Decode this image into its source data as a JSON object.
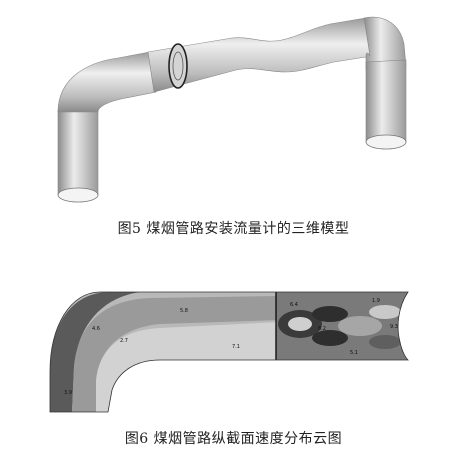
{
  "figure5": {
    "caption": "图5  煤烟管路安装流量计的三维模型"
  },
  "figure6": {
    "caption": "图6  煤烟管路纵截面速度分布云图",
    "contour_labels": [
      "4.6",
      "5.8",
      "7.1",
      "3.9",
      "2.7",
      "6.4",
      "8.2",
      "5.1",
      "1.9",
      "9.3"
    ]
  },
  "colors": {
    "pipe_light": "#e6e6e6",
    "pipe_mid": "#bdbdbd",
    "pipe_dark": "#7d7d7d",
    "contour_dark": "#3a3a3a",
    "contour_mid": "#8a8a8a",
    "contour_light": "#c8c8c8"
  }
}
